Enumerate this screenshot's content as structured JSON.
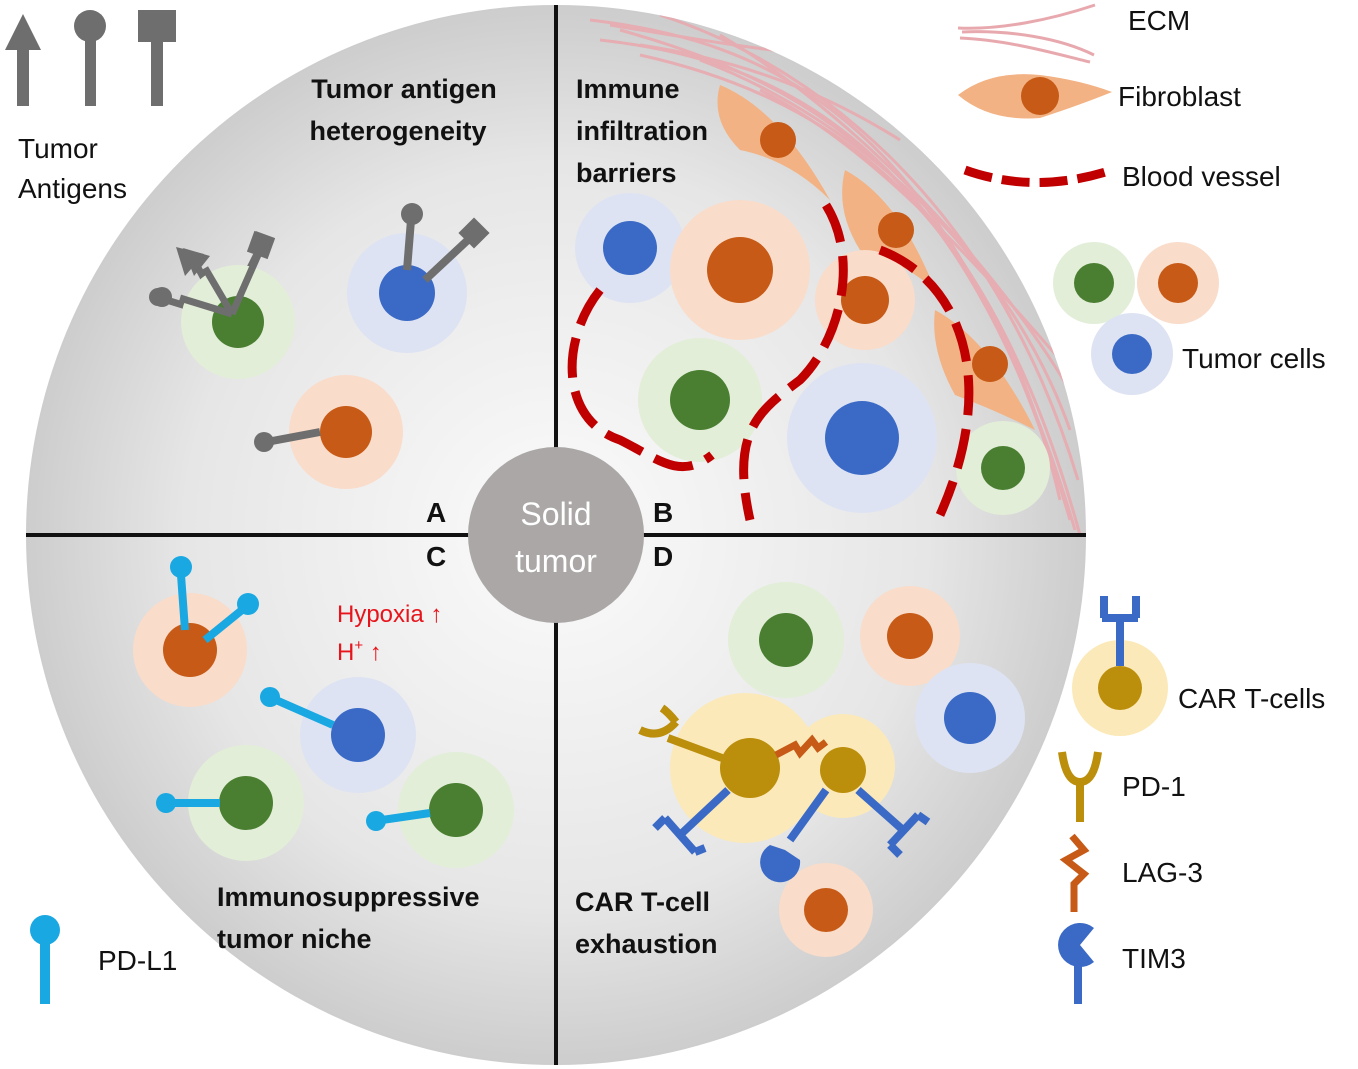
{
  "center": {
    "line1": "Solid",
    "line2": "tumor"
  },
  "quadrants": {
    "A": {
      "letter": "A",
      "title_line1": "Tumor antigen",
      "title_line2": "heterogeneity"
    },
    "B": {
      "letter": "B",
      "title_line1": "Immune",
      "title_line2": "infiltration",
      "title_line3": "barriers"
    },
    "C": {
      "letter": "C",
      "title_line1": "Immunosuppressive",
      "title_line2": "tumor niche",
      "hypoxia": "Hypoxia ↑",
      "h_plus": "H",
      "h_plus_sup": "+",
      "h_plus_arrow": " ↑"
    },
    "D": {
      "letter": "D",
      "title_line1": "CAR T-cell",
      "title_line2": "exhaustion"
    }
  },
  "legend": {
    "tumor_antigens_line1": "Tumor",
    "tumor_antigens_line2": "Antigens",
    "ecm": "ECM",
    "fibroblast": "Fibroblast",
    "blood_vessel": "Blood vessel",
    "tumor_cells": "Tumor cells",
    "car_t_cells": "CAR T-cells",
    "pd1": "PD-1",
    "lag3": "LAG-3",
    "tim3": "TIM3",
    "pdl1": "PD-L1"
  },
  "colors": {
    "green_core": "#4a7f32",
    "green_halo": "#e2eed8",
    "blue_core": "#3b6ac6",
    "blue_halo": "#dde3f2",
    "orange_core": "#c65a16",
    "orange_halo": "#f9dcca",
    "gold_core": "#bb8e0b",
    "gold_halo": "#fbe9b9",
    "pdl1": "#19a8e2",
    "pd1": "#bb8e0b",
    "lag3": "#c65a16",
    "tim3": "#3b6ac6",
    "vessel": "#c00000",
    "antigen": "#6e6e6e",
    "fibroblast": "#f2b283",
    "ecm": "#e8a9ae"
  }
}
